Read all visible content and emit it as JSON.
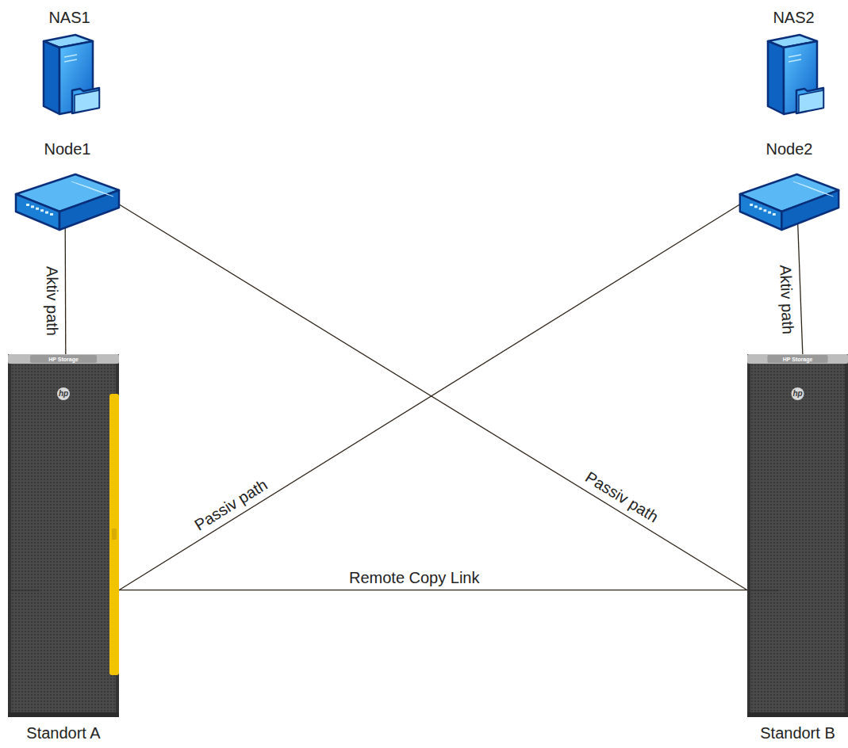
{
  "diagram": {
    "nodes": [
      {
        "text": [
          "NAS1"
        ]
      },
      {
        "text": [
          "NAS2"
        ]
      },
      {
        "text": [
          "Node1"
        ]
      },
      {
        "text": [
          "Node2"
        ]
      },
      {
        "text": [
          "Standort A"
        ]
      },
      {
        "text": [
          "Standort B"
        ]
      }
    ],
    "edges": [
      {
        "from": 2,
        "to": 4,
        "label": "Aktiv path",
        "arrow": "none"
      },
      {
        "from": 3,
        "to": 5,
        "label": "Aktiv path",
        "arrow": "none"
      },
      {
        "from": 2,
        "to": 5,
        "label": "Passiv path",
        "arrow": "none"
      },
      {
        "from": 3,
        "to": 4,
        "label": "Passiv path",
        "arrow": "none"
      },
      {
        "from": 4,
        "to": 5,
        "label": "Remote Copy Link",
        "arrow": "none"
      }
    ],
    "labels": [
      "HP Storage",
      "hp",
      "HP Storage",
      "hp"
    ]
  }
}
